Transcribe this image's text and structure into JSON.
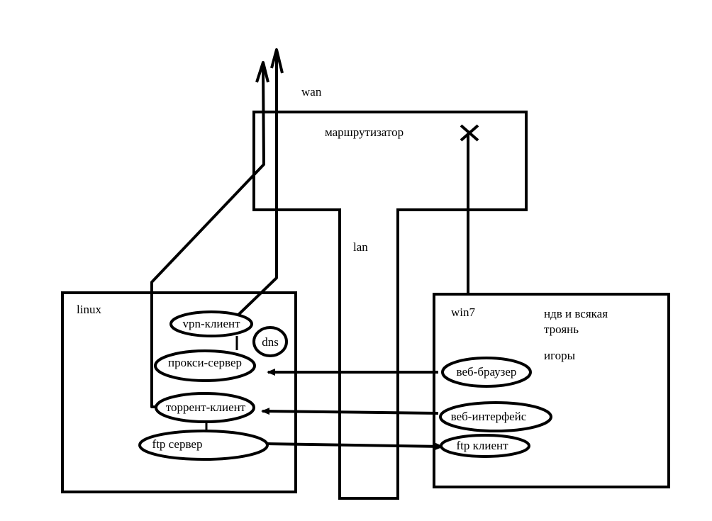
{
  "labels": {
    "wan": "wan",
    "router": "маршрутизатор",
    "lan": "lan",
    "linux": "linux",
    "win7": "win7",
    "win7_note_line1": "ндв и всякая",
    "win7_note_line2": "троянь",
    "games": "игоры"
  },
  "linux_nodes": {
    "vpn": "vpn-клиент",
    "dns": "dns",
    "proxy": "прокси-сервер",
    "torrent": "торрент-клиент",
    "ftp_server": "ftp сервер"
  },
  "win7_nodes": {
    "browser": "веб-браузер",
    "web_ui": "веб-интерфейс",
    "ftp_client": "ftp клиент"
  },
  "colors": {
    "stroke": "#000000",
    "background": "#ffffff"
  }
}
